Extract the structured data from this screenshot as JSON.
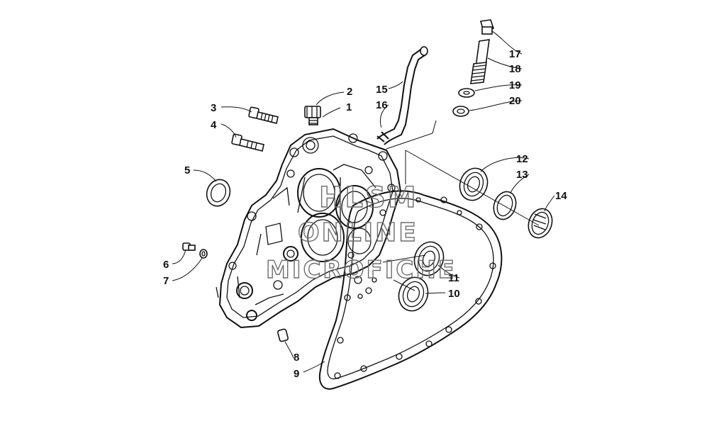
{
  "watermark": {
    "line1": "HLSM",
    "line2": "ONLINE",
    "line3": "MICROFICHE",
    "color": "#6d6d6d"
  },
  "callouts": [
    "1",
    "2",
    "3",
    "4",
    "5",
    "6",
    "7",
    "8",
    "9",
    "10",
    "11",
    "12",
    "13",
    "14",
    "15",
    "16",
    "17",
    "18",
    "19",
    "20"
  ],
  "colors": {
    "line": "#111111",
    "background": "#ffffff"
  }
}
